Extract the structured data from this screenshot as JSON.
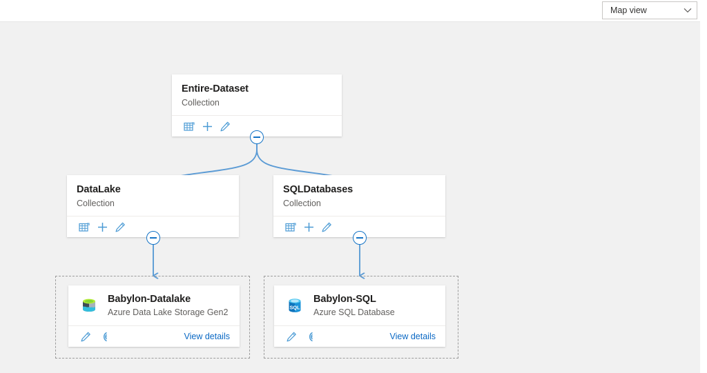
{
  "header": {
    "view_selector": {
      "name": "view-selector",
      "value": "Map view",
      "chevron_icon": "chevron-down-icon"
    }
  },
  "colors": {
    "accent": "#0a68c4",
    "icon_blue": "#4a9ad4",
    "canvas_bg": "#f1f1f1",
    "card_bg": "#ffffff",
    "title_text": "#201f1e",
    "sub_text": "#605e5c",
    "dashed_border": "#9b9b9b",
    "connector": "#5b9bd5"
  },
  "graph": {
    "collection_nodes": [
      {
        "id": "entire-dataset",
        "title": "Entire-Dataset",
        "subtitle": "Collection",
        "actions": [
          {
            "name": "view-assets-icon",
            "label": "View assets"
          },
          {
            "name": "add-icon",
            "label": "Add"
          },
          {
            "name": "edit-icon",
            "label": "Edit"
          }
        ],
        "collapse_toggle": {
          "name": "collapse-toggle",
          "state": "expanded",
          "icon": "minus-circle-icon"
        }
      },
      {
        "id": "datalake",
        "title": "DataLake",
        "subtitle": "Collection",
        "actions": [
          {
            "name": "view-assets-icon",
            "label": "View assets"
          },
          {
            "name": "add-icon",
            "label": "Add"
          },
          {
            "name": "edit-icon",
            "label": "Edit"
          }
        ],
        "collapse_toggle": {
          "name": "collapse-toggle",
          "state": "expanded",
          "icon": "minus-circle-icon"
        }
      },
      {
        "id": "sqldatabases",
        "title": "SQLDatabases",
        "subtitle": "Collection",
        "actions": [
          {
            "name": "view-assets-icon",
            "label": "View assets"
          },
          {
            "name": "add-icon",
            "label": "Add"
          },
          {
            "name": "edit-icon",
            "label": "Edit"
          }
        ],
        "collapse_toggle": {
          "name": "collapse-toggle",
          "state": "expanded",
          "icon": "minus-circle-icon"
        }
      }
    ],
    "asset_nodes": [
      {
        "id": "babylon-datalake",
        "title": "Babylon-Datalake",
        "subtitle": "Azure Data Lake Storage Gen2",
        "icon": "azure-data-lake-storage-icon",
        "actions": [
          {
            "name": "edit-icon",
            "label": "Edit"
          },
          {
            "name": "scan-icon",
            "label": "Scan"
          }
        ],
        "link_label": "View details"
      },
      {
        "id": "babylon-sql",
        "title": "Babylon-SQL",
        "subtitle": "Azure SQL Database",
        "icon": "azure-sql-database-icon",
        "actions": [
          {
            "name": "edit-icon",
            "label": "Edit"
          },
          {
            "name": "scan-icon",
            "label": "Scan"
          }
        ],
        "link_label": "View details"
      }
    ],
    "edges": [
      {
        "from": "entire-dataset",
        "to": "datalake",
        "style": "curved-arrow"
      },
      {
        "from": "entire-dataset",
        "to": "sqldatabases",
        "style": "curved-arrow"
      },
      {
        "from": "datalake",
        "to": "babylon-datalake",
        "style": "straight-arrow"
      },
      {
        "from": "sqldatabases",
        "to": "babylon-sql",
        "style": "straight-arrow"
      }
    ]
  }
}
